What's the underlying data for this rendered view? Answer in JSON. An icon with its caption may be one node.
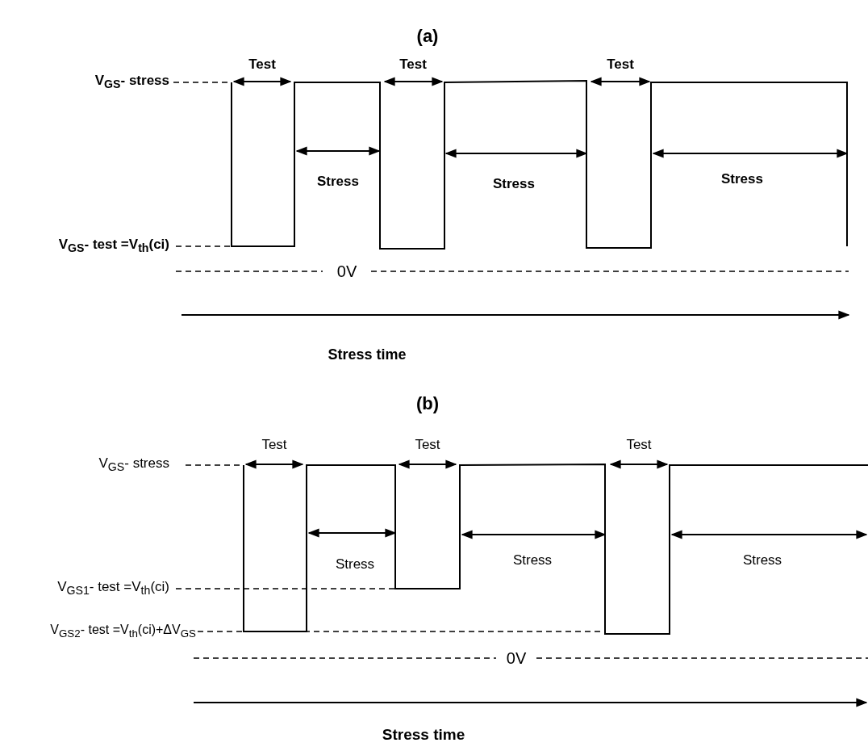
{
  "diagram": {
    "labels": [
      "(a)",
      "Test",
      "Test",
      "Test",
      "V$_{GS}$- stress",
      "Stress",
      "Stress",
      "Stress",
      "V$_{GS}$- test =V$_{th}$(ci)",
      "0V",
      "Stress time",
      "(b)",
      "Test",
      "Test",
      "Test",
      "V$_{GS}$- stress",
      "Stress",
      "Stress",
      "Stress",
      "V$_{GS1}$- test =V$_{th}$(ci)",
      "V$_{GS2}$- test =V$_{th}$(ci)+ΔV$_{GS}$",
      "0V",
      "Stress time"
    ]
  }
}
